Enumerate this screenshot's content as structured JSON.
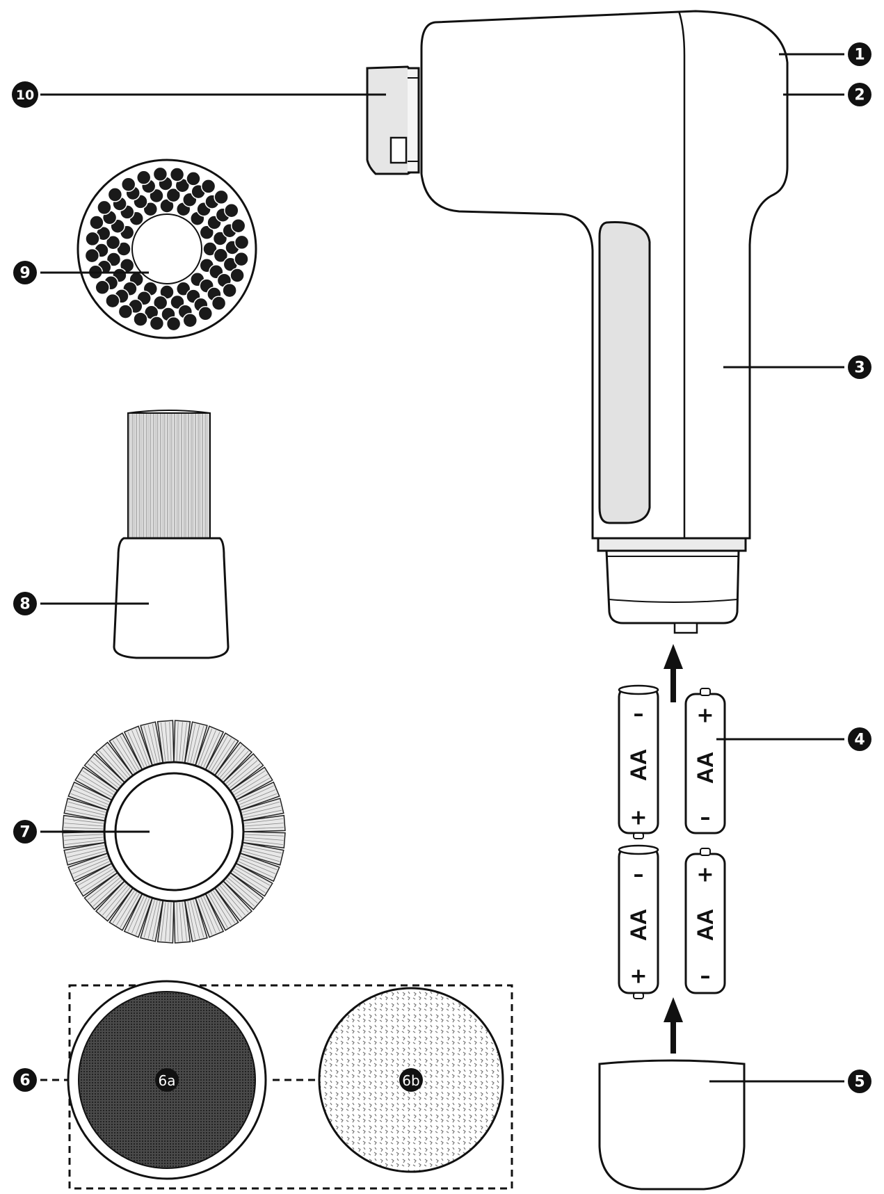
{
  "callouts": {
    "c1": "1",
    "c2": "2",
    "c3": "3",
    "c4": "4",
    "c5": "5",
    "c6": "6",
    "c7": "7",
    "c8": "8",
    "c9": "9",
    "c10": "10"
  },
  "pads": {
    "6a": "6a",
    "6b": "6b"
  },
  "batteries": {
    "type_label": "AA",
    "plus": "+",
    "minus": "–"
  },
  "colors": {
    "line": "#111111",
    "grip": "#e2e2e2",
    "connector": "#e6e6e6",
    "callout_fill": "#111111",
    "pad_dark": "#3a3a3a"
  }
}
